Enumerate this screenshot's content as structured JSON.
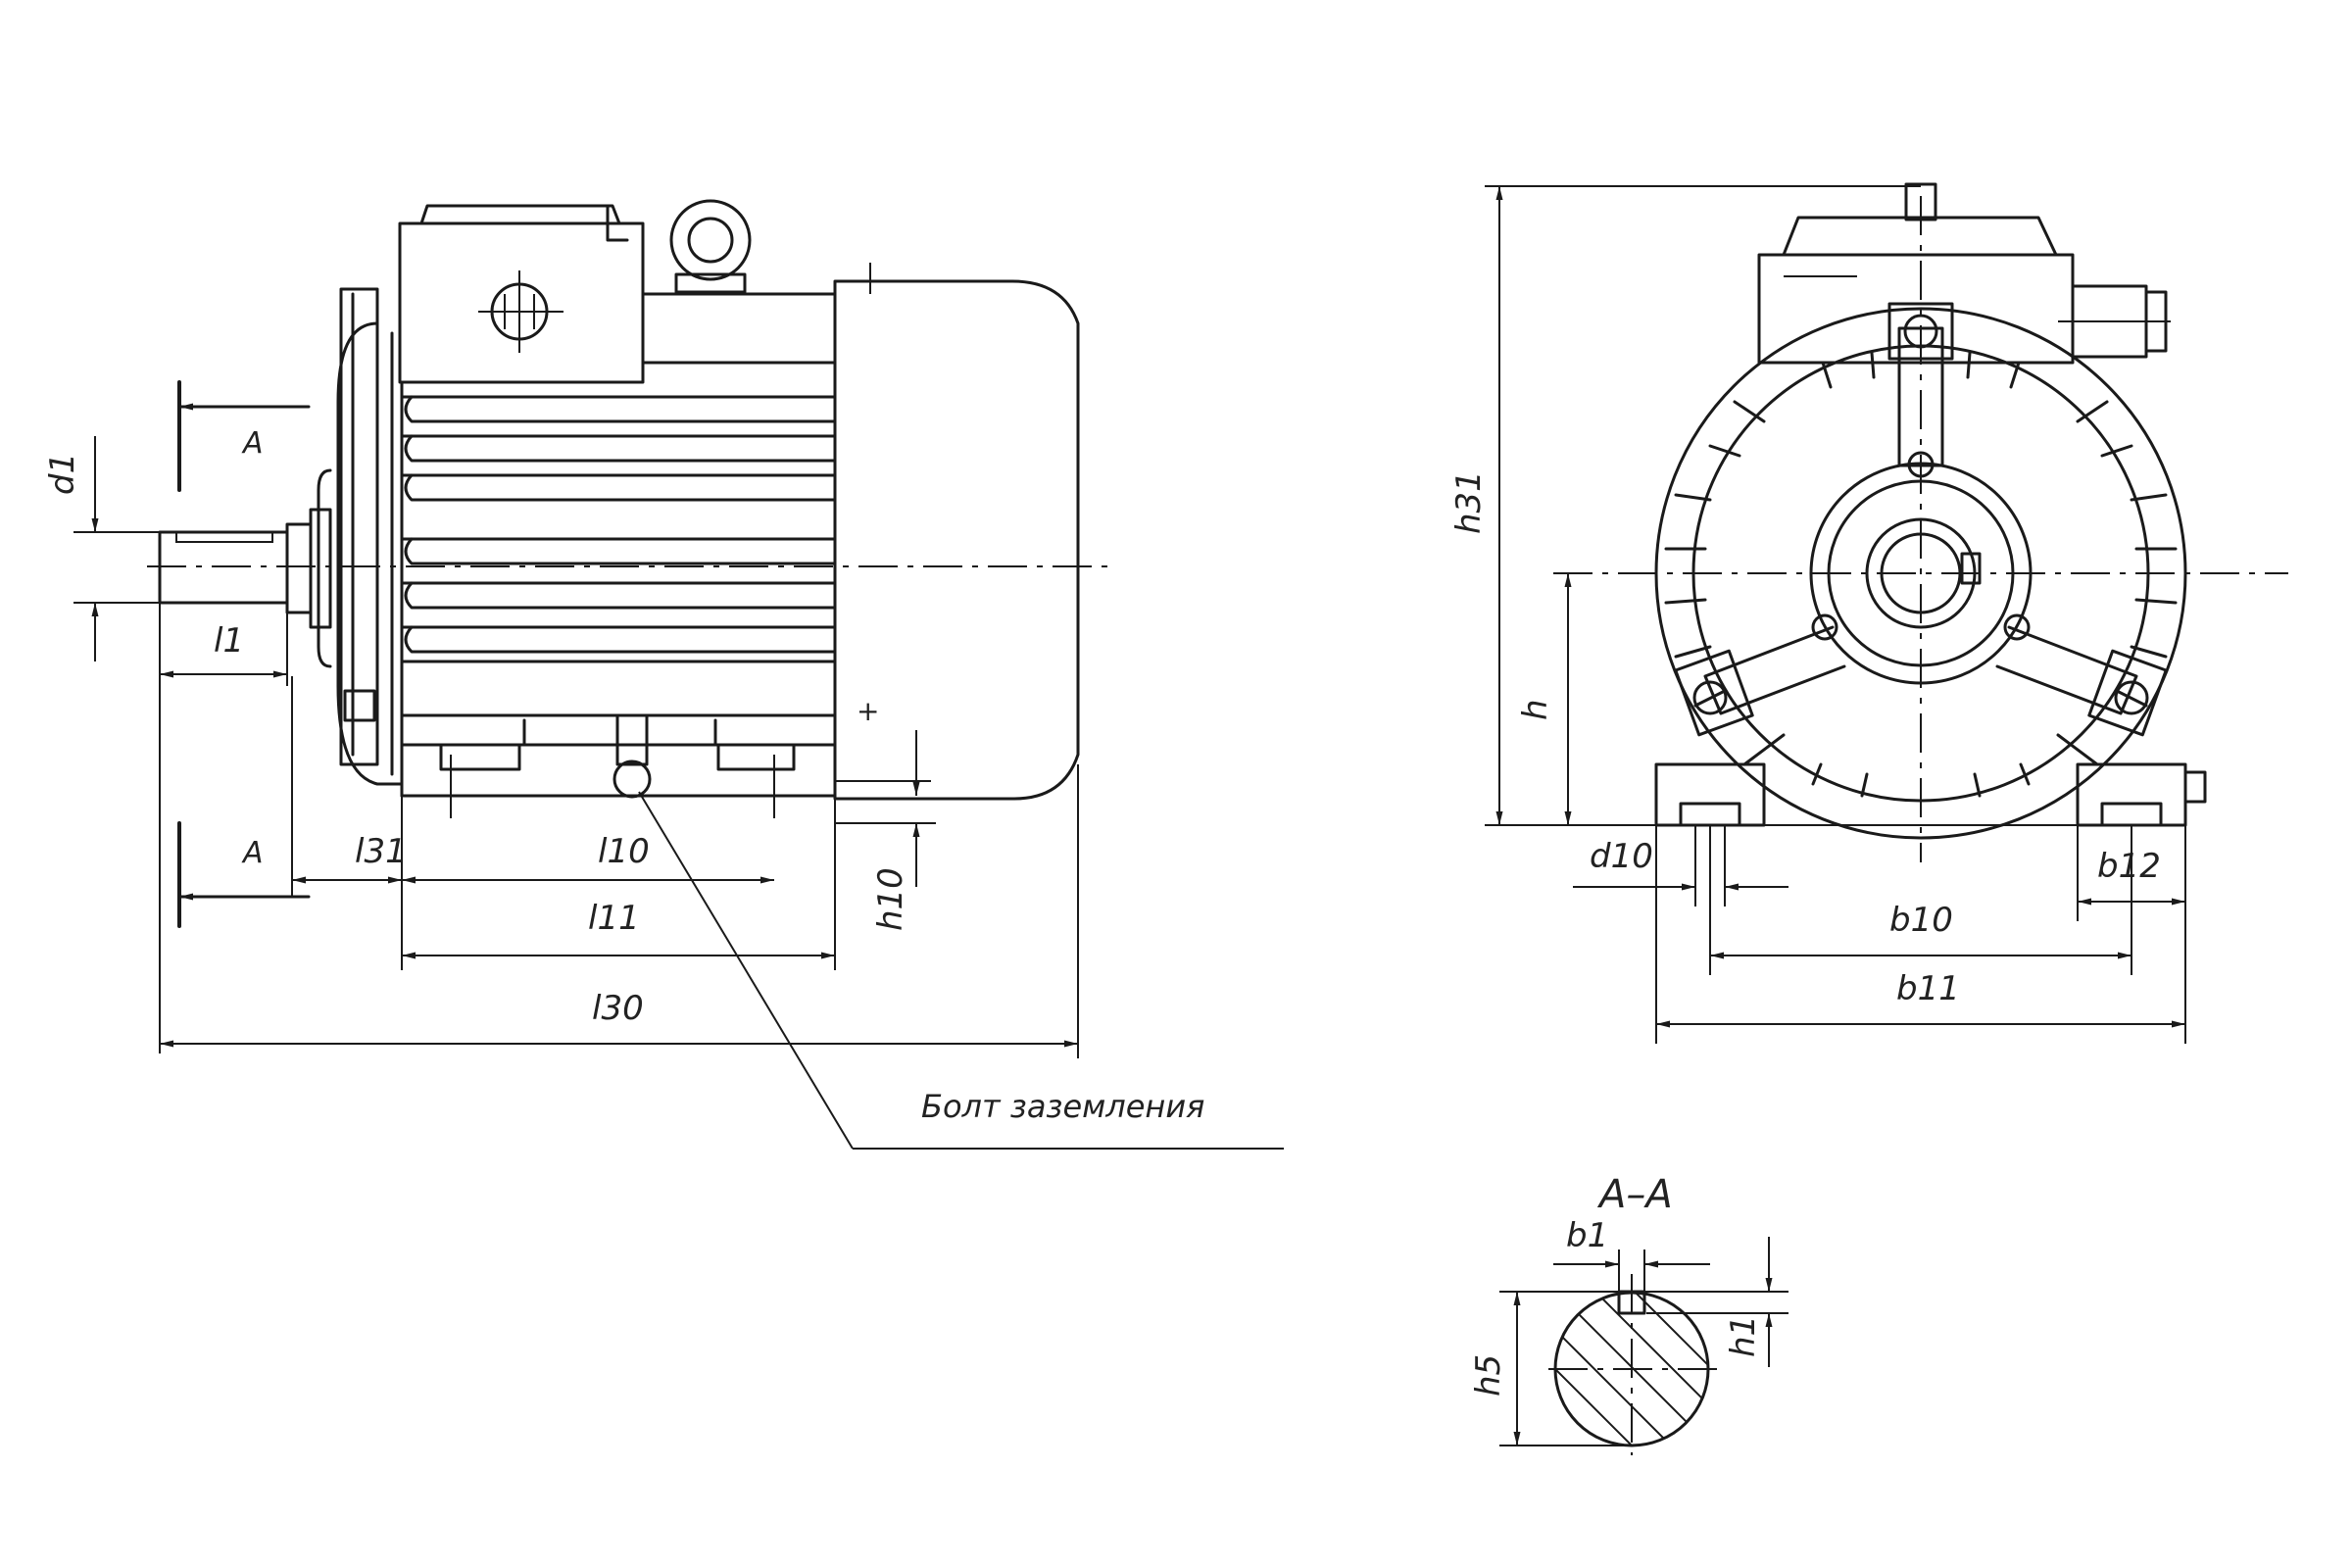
{
  "colors": {
    "line": "#1a1a1a",
    "background": "#ffffff"
  },
  "side_view": {
    "section_mark_top": "А",
    "section_mark_bottom": "А",
    "dims": {
      "d1": "d1",
      "l1": "l1",
      "l31": "l31",
      "l10": "l10",
      "l11": "l11",
      "l30": "l30",
      "h10": "h10"
    },
    "terminal_plus": "+",
    "ground_bolt_label": "Болт заземления"
  },
  "front_view": {
    "dims": {
      "h31": "h31",
      "h": "h",
      "d10": "d10",
      "b12": "b12",
      "b10": "b10",
      "b11": "b11"
    }
  },
  "section_view": {
    "title": "А–А",
    "dims": {
      "b1": "b1",
      "h5": "h5",
      "h1": "h1"
    }
  }
}
